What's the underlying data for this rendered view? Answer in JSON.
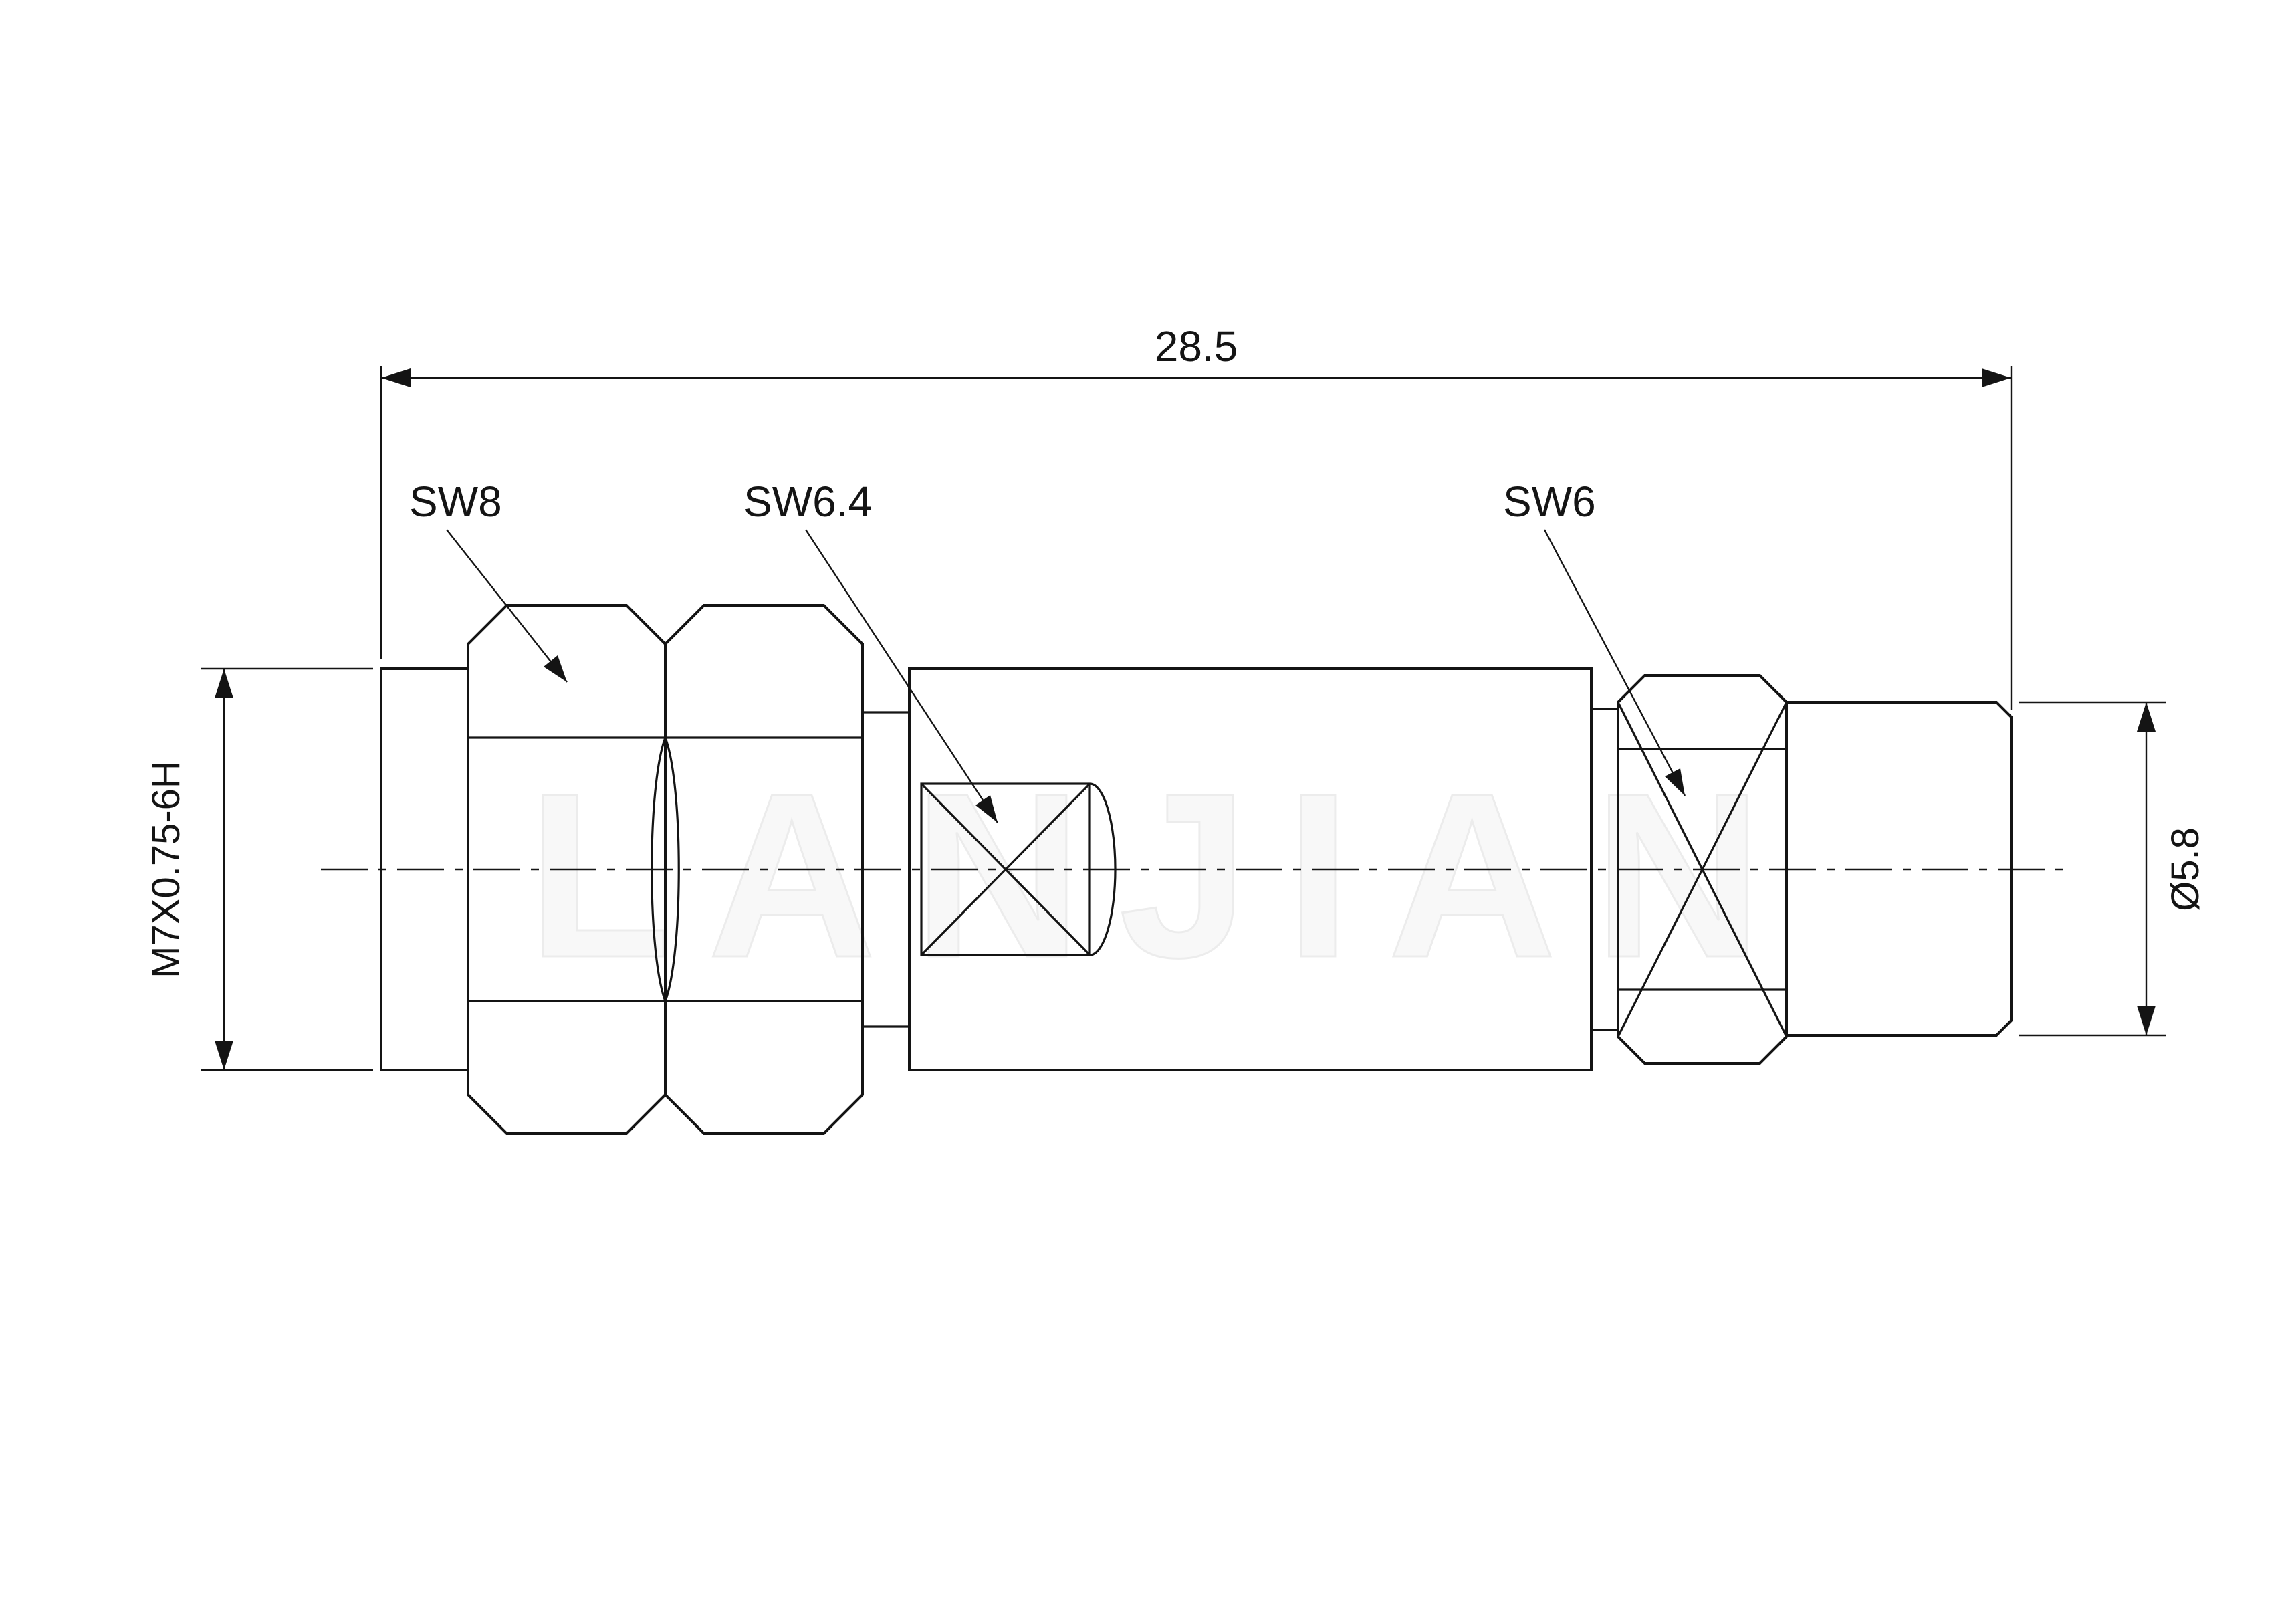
{
  "drawing": {
    "watermark": "LANJIAN",
    "overall_length_label": "28.5",
    "sw8_label": "SW8",
    "sw6_4_label": "SW6.4",
    "sw6_label": "SW6",
    "thread_label": "M7X0.75-6H",
    "diameter_label": "Ø5.8",
    "line_color": "#141414",
    "background_color": "#ffffff",
    "watermark_color": "#f3f3f3"
  }
}
